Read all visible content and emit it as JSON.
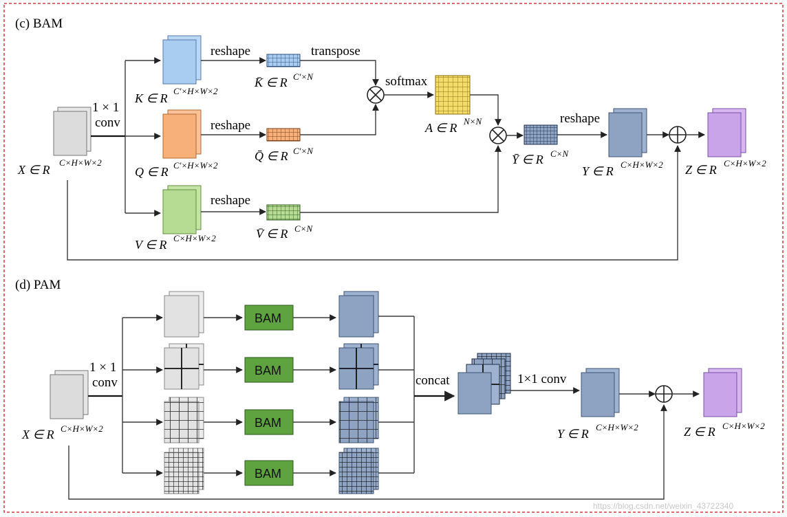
{
  "sections": {
    "bam_title": "(c) BAM",
    "pam_title": "(d) PAM"
  },
  "bam": {
    "conv_line1": "1 × 1",
    "conv_line2": "conv",
    "x_label": "X ∈ R",
    "x_sup": "C×H×W×2",
    "k_label": "K ∈ R",
    "k_sup": "C′×H×W×2",
    "q_label": "Q ∈ R",
    "q_sup": "C′×H×W×2",
    "v_label": "V ∈ R",
    "v_sup": "C×H×W×2",
    "reshape_k": "reshape",
    "reshape_q": "reshape",
    "reshape_v": "reshape",
    "reshape_y": "reshape",
    "transpose": "transpose",
    "softmax": "softmax",
    "kbar_label": "K̄ ∈ R",
    "kbar_sup": "C′×N",
    "qbar_label": "Q̄ ∈ R",
    "qbar_sup": "C′×N",
    "vbar_label": "V̄ ∈ R",
    "vbar_sup": "C×N",
    "a_label": "A ∈ R",
    "a_sup": "N×N",
    "ybar_label": "Ȳ ∈ R",
    "ybar_sup": "C×N",
    "y_label": "Y ∈ R",
    "y_sup": "C×H×W×2",
    "z_label": "Z ∈ R",
    "z_sup": "C×H×W×2"
  },
  "pam": {
    "conv_line1": "1 × 1",
    "conv_line2": "conv",
    "x_label": "X ∈ R",
    "x_sup": "C×H×W×2",
    "bam_blocks": [
      "BAM",
      "BAM",
      "BAM",
      "BAM"
    ],
    "concat": "concat",
    "conv2": "1×1 conv",
    "y_label": "Y ∈ R",
    "y_sup": "C×H×W×2",
    "z_label": "Z ∈ R",
    "z_sup": "C×H×W×2"
  },
  "watermark": "https://blog.csdn.net/weixin_43722340",
  "colors": {
    "border": "#d23a3a",
    "k_blue": "#a9cdf0",
    "q_orange": "#f7b07a",
    "v_green": "#b6dc93",
    "a_yellow": "#f4dc6a",
    "y_steel": "#8ea3c2",
    "z_purple": "#c9a4e8",
    "bam_green": "#5ea33f",
    "x_gray": "#e4e4e4"
  }
}
